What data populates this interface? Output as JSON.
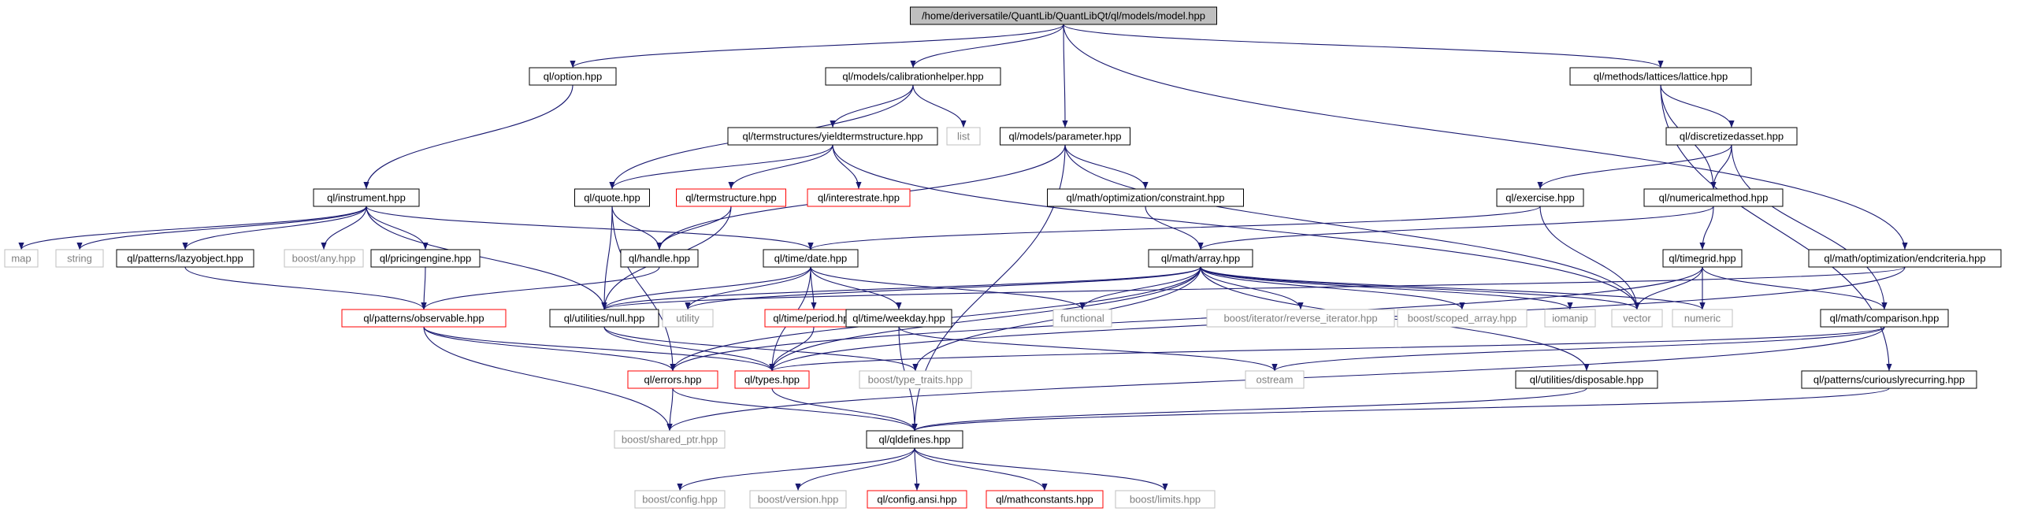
{
  "nodes": [
    {
      "id": "model",
      "label": "/home/deriversatile/QuantLib/QuantLibQt/ql/models/model.hpp",
      "style": "root"
    },
    {
      "id": "option",
      "label": "ql/option.hpp",
      "style": "normal"
    },
    {
      "id": "calibhelper",
      "label": "ql/models/calibrationhelper.hpp",
      "style": "normal"
    },
    {
      "id": "list",
      "label": "list",
      "style": "gray"
    },
    {
      "id": "parameter",
      "label": "ql/models/parameter.hpp",
      "style": "normal"
    },
    {
      "id": "lattice",
      "label": "ql/methods/lattices/lattice.hpp",
      "style": "normal"
    },
    {
      "id": "instrument",
      "label": "ql/instrument.hpp",
      "style": "normal"
    },
    {
      "id": "yieldts",
      "label": "ql/termstructures/yieldtermstructure.hpp",
      "style": "normal"
    },
    {
      "id": "discasset",
      "label": "ql/discretizedasset.hpp",
      "style": "normal"
    },
    {
      "id": "quote",
      "label": "ql/quote.hpp",
      "style": "normal"
    },
    {
      "id": "termstructure",
      "label": "ql/termstructure.hpp",
      "style": "red"
    },
    {
      "id": "interestrate",
      "label": "ql/interestrate.hpp",
      "style": "red"
    },
    {
      "id": "constraint",
      "label": "ql/math/optimization/constraint.hpp",
      "style": "normal"
    },
    {
      "id": "exercise",
      "label": "ql/exercise.hpp",
      "style": "normal"
    },
    {
      "id": "numericalmethod",
      "label": "ql/numericalmethod.hpp",
      "style": "normal"
    },
    {
      "id": "map",
      "label": "map",
      "style": "gray"
    },
    {
      "id": "string",
      "label": "string",
      "style": "gray"
    },
    {
      "id": "lazyobject",
      "label": "ql/patterns/lazyobject.hpp",
      "style": "normal"
    },
    {
      "id": "boostany",
      "label": "boost/any.hpp",
      "style": "gray"
    },
    {
      "id": "pricingengine",
      "label": "ql/pricingengine.hpp",
      "style": "normal"
    },
    {
      "id": "handle",
      "label": "ql/handle.hpp",
      "style": "normal"
    },
    {
      "id": "date",
      "label": "ql/time/date.hpp",
      "style": "normal"
    },
    {
      "id": "array",
      "label": "ql/math/array.hpp",
      "style": "normal"
    },
    {
      "id": "timegrid",
      "label": "ql/timegrid.hpp",
      "style": "normal"
    },
    {
      "id": "endcriteria",
      "label": "ql/math/optimization/endcriteria.hpp",
      "style": "normal"
    },
    {
      "id": "observable",
      "label": "ql/patterns/observable.hpp",
      "style": "red"
    },
    {
      "id": "null",
      "label": "ql/utilities/null.hpp",
      "style": "normal"
    },
    {
      "id": "utility",
      "label": "utility",
      "style": "gray"
    },
    {
      "id": "period",
      "label": "ql/time/period.hpp",
      "style": "red"
    },
    {
      "id": "weekday",
      "label": "ql/time/weekday.hpp",
      "style": "normal"
    },
    {
      "id": "functional",
      "label": "functional",
      "style": "gray"
    },
    {
      "id": "revit",
      "label": "boost/iterator/reverse_iterator.hpp",
      "style": "gray"
    },
    {
      "id": "scopedarray",
      "label": "boost/scoped_array.hpp",
      "style": "gray"
    },
    {
      "id": "iomanip",
      "label": "iomanip",
      "style": "gray"
    },
    {
      "id": "vector",
      "label": "vector",
      "style": "gray"
    },
    {
      "id": "numeric",
      "label": "numeric",
      "style": "gray"
    },
    {
      "id": "comparison",
      "label": "ql/math/comparison.hpp",
      "style": "normal"
    },
    {
      "id": "errors",
      "label": "ql/errors.hpp",
      "style": "red"
    },
    {
      "id": "types",
      "label": "ql/types.hpp",
      "style": "red"
    },
    {
      "id": "typetraits",
      "label": "boost/type_traits.hpp",
      "style": "gray"
    },
    {
      "id": "ostream",
      "label": "ostream",
      "style": "gray"
    },
    {
      "id": "disposable",
      "label": "ql/utilities/disposable.hpp",
      "style": "normal"
    },
    {
      "id": "curiously",
      "label": "ql/patterns/curiouslyrecurring.hpp",
      "style": "normal"
    },
    {
      "id": "sharedptr",
      "label": "boost/shared_ptr.hpp",
      "style": "gray"
    },
    {
      "id": "qldefines",
      "label": "ql/qldefines.hpp",
      "style": "normal"
    },
    {
      "id": "boostconfig",
      "label": "boost/config.hpp",
      "style": "gray"
    },
    {
      "id": "boostversion",
      "label": "boost/version.hpp",
      "style": "gray"
    },
    {
      "id": "configansi",
      "label": "ql/config.ansi.hpp",
      "style": "red"
    },
    {
      "id": "mathconstants",
      "label": "ql/mathconstants.hpp",
      "style": "red"
    },
    {
      "id": "boostlimits",
      "label": "boost/limits.hpp",
      "style": "gray"
    }
  ],
  "edges": [
    [
      "model",
      "option"
    ],
    [
      "model",
      "calibhelper"
    ],
    [
      "model",
      "parameter"
    ],
    [
      "model",
      "lattice"
    ],
    [
      "model",
      "endcriteria"
    ],
    [
      "option",
      "instrument"
    ],
    [
      "calibhelper",
      "yieldts"
    ],
    [
      "calibhelper",
      "list"
    ],
    [
      "calibhelper",
      "quote"
    ],
    [
      "lattice",
      "discasset"
    ],
    [
      "lattice",
      "numericalmethod"
    ],
    [
      "lattice",
      "curiously"
    ],
    [
      "parameter",
      "constraint"
    ],
    [
      "parameter",
      "handle"
    ],
    [
      "parameter",
      "vector"
    ],
    [
      "parameter",
      "qldefines"
    ],
    [
      "yieldts",
      "quote"
    ],
    [
      "yieldts",
      "termstructure"
    ],
    [
      "yieldts",
      "interestrate"
    ],
    [
      "yieldts",
      "vector"
    ],
    [
      "discasset",
      "exercise"
    ],
    [
      "discasset",
      "numericalmethod"
    ],
    [
      "discasset",
      "comparison"
    ],
    [
      "instrument",
      "map"
    ],
    [
      "instrument",
      "string"
    ],
    [
      "instrument",
      "lazyobject"
    ],
    [
      "instrument",
      "boostany"
    ],
    [
      "instrument",
      "pricingengine"
    ],
    [
      "instrument",
      "null"
    ],
    [
      "instrument",
      "date"
    ],
    [
      "quote",
      "handle"
    ],
    [
      "quote",
      "null"
    ],
    [
      "quote",
      "errors"
    ],
    [
      "termstructure",
      "handle"
    ],
    [
      "termstructure",
      "null"
    ],
    [
      "constraint",
      "array"
    ],
    [
      "exercise",
      "date"
    ],
    [
      "exercise",
      "vector"
    ],
    [
      "numericalmethod",
      "array"
    ],
    [
      "numericalmethod",
      "timegrid"
    ],
    [
      "lazyobject",
      "observable"
    ],
    [
      "pricingengine",
      "observable"
    ],
    [
      "handle",
      "observable"
    ],
    [
      "date",
      "null"
    ],
    [
      "date",
      "utility"
    ],
    [
      "date",
      "period"
    ],
    [
      "date",
      "weekday"
    ],
    [
      "date",
      "functional"
    ],
    [
      "date",
      "types"
    ],
    [
      "array",
      "null"
    ],
    [
      "array",
      "functional"
    ],
    [
      "array",
      "revit"
    ],
    [
      "array",
      "scopedarray"
    ],
    [
      "array",
      "iomanip"
    ],
    [
      "array",
      "vector"
    ],
    [
      "array",
      "numeric"
    ],
    [
      "array",
      "errors"
    ],
    [
      "array",
      "types"
    ],
    [
      "array",
      "typetraits"
    ],
    [
      "array",
      "disposable"
    ],
    [
      "array",
      "utility"
    ],
    [
      "timegrid",
      "vector"
    ],
    [
      "timegrid",
      "numeric"
    ],
    [
      "timegrid",
      "comparison"
    ],
    [
      "timegrid",
      "errors"
    ],
    [
      "endcriteria",
      "null"
    ],
    [
      "endcriteria",
      "types"
    ],
    [
      "observable",
      "errors"
    ],
    [
      "observable",
      "types"
    ],
    [
      "observable",
      "sharedptr"
    ],
    [
      "null",
      "types"
    ],
    [
      "null",
      "typetraits"
    ],
    [
      "period",
      "types"
    ],
    [
      "weekday",
      "qldefines"
    ],
    [
      "weekday",
      "ostream"
    ],
    [
      "comparison",
      "types"
    ],
    [
      "comparison",
      "sharedptr"
    ],
    [
      "comparison",
      "ostream"
    ],
    [
      "errors",
      "sharedptr"
    ],
    [
      "errors",
      "qldefines"
    ],
    [
      "types",
      "qldefines"
    ],
    [
      "disposable",
      "qldefines"
    ],
    [
      "curiously",
      "qldefines"
    ],
    [
      "qldefines",
      "boostconfig"
    ],
    [
      "qldefines",
      "boostversion"
    ],
    [
      "qldefines",
      "configansi"
    ],
    [
      "qldefines",
      "mathconstants"
    ],
    [
      "qldefines",
      "boostlimits"
    ]
  ],
  "colors": {
    "edge": "#191970",
    "normal_border": "#000000",
    "red_border": "#ff0000",
    "gray_border": "#bfbfbf",
    "gray_text": "#7f7f7f",
    "root_fill": "#bfbfbf"
  }
}
